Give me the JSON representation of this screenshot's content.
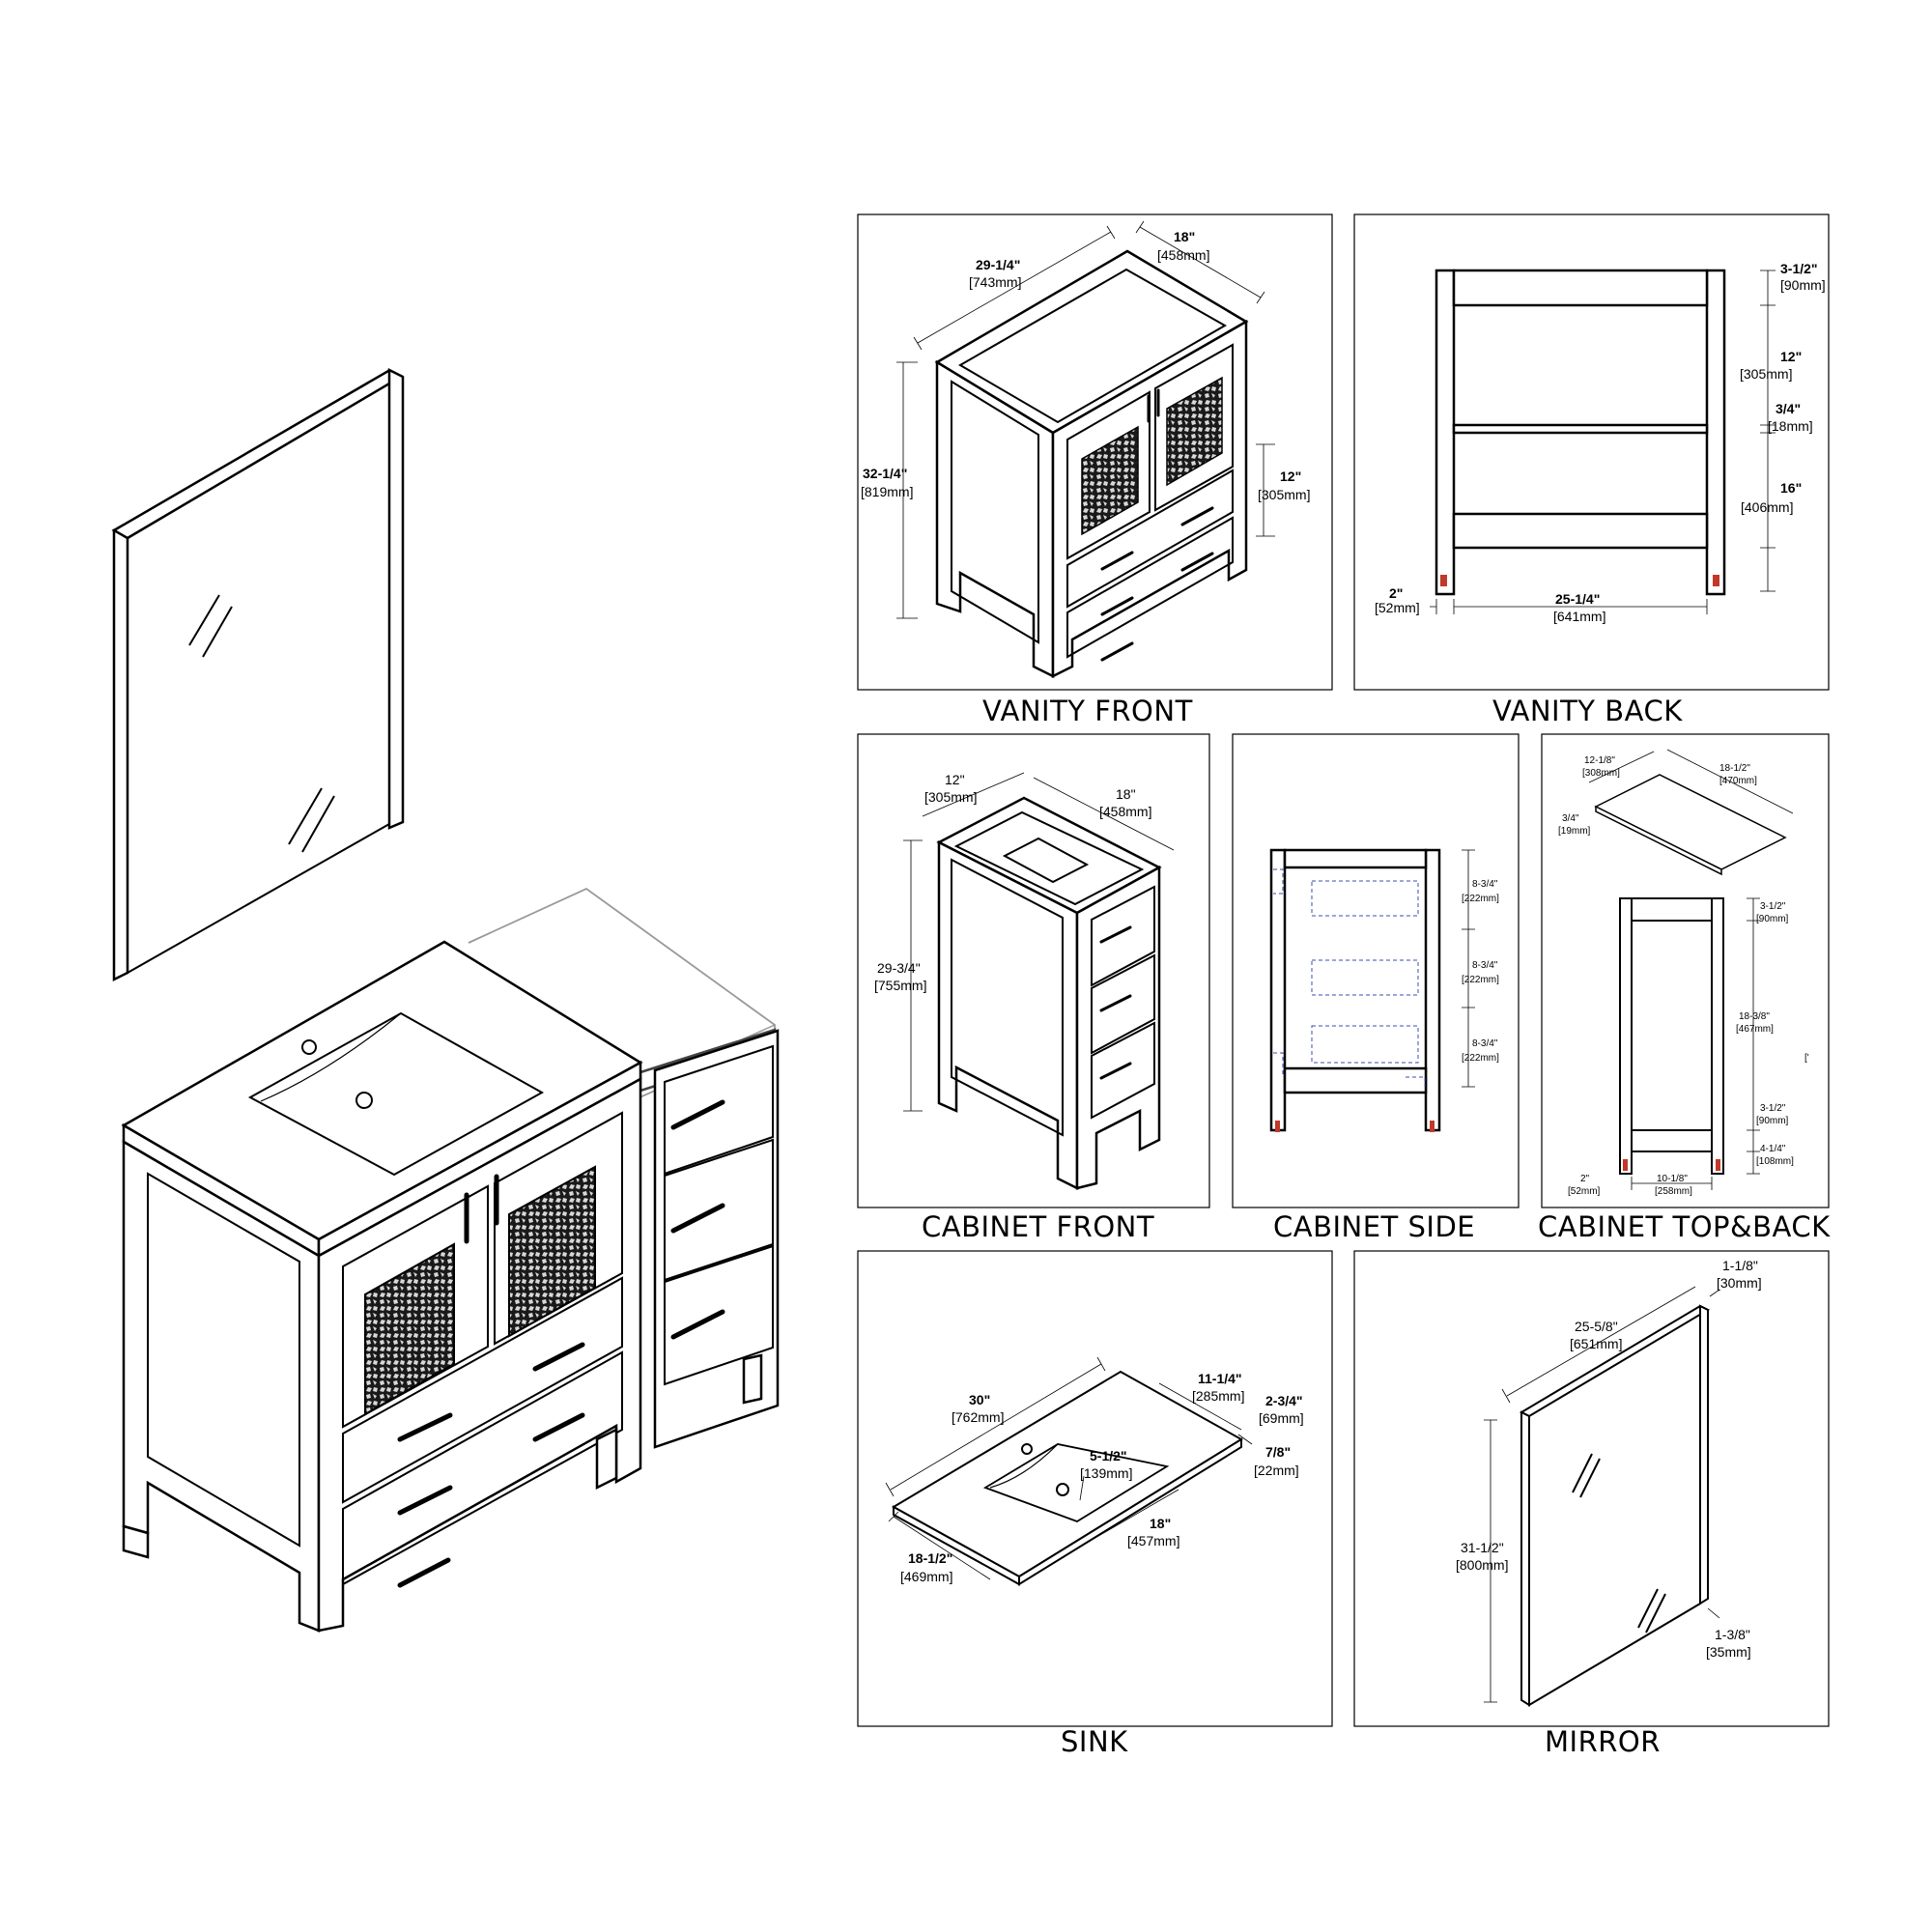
{
  "panels": {
    "vanity_front": {
      "label": "VANITY FRONT",
      "dims": {
        "width_in": "29-1/4\"",
        "width_mm": "[743mm]",
        "depth_in": "18\"",
        "depth_mm": "[458mm]",
        "height_in": "32-1/4\"",
        "height_mm": "[819mm]",
        "drawer_in": "12\"",
        "drawer_mm": "[305mm]"
      }
    },
    "vanity_back": {
      "label": "VANITY BACK",
      "dims": {
        "top_in": "3-1/2\"",
        "top_mm": "[90mm]",
        "gap_in": "12\"",
        "gap_mm": "[305mm]",
        "shelf_in": "3/4\"",
        "shelf_mm": "[18mm]",
        "lower_in": "16\"",
        "lower_mm": "[406mm]",
        "leg_in": "2\"",
        "leg_mm": "[52mm]",
        "width_in": "25-1/4\"",
        "width_mm": "[641mm]"
      }
    },
    "cabinet_front": {
      "label": "CABINET FRONT",
      "dims": {
        "width_in": "12\"",
        "width_mm": "[305mm]",
        "depth_in": "18\"",
        "depth_mm": "[458mm]",
        "height_in": "29-3/4\"",
        "height_mm": "[755mm]"
      }
    },
    "cabinet_side": {
      "label": "CABINET SIDE",
      "dims": {
        "d1_in": "8-3/4\"",
        "d1_mm": "[222mm]",
        "d2_in": "8-3/4\"",
        "d2_mm": "[222mm]",
        "d3_in": "8-3/4\"",
        "d3_mm": "[222mm]"
      }
    },
    "cabinet_topback": {
      "label": "CABINET TOP&BACK",
      "dims": {
        "top_w_in": "12-1/8\"",
        "top_w_mm": "[308mm]",
        "top_d_in": "18-1/2\"",
        "top_d_mm": "[470mm]",
        "top_t_in": "3/4\"",
        "top_t_mm": "[19mm]",
        "b1_in": "3-1/2\"",
        "b1_mm": "[90mm]",
        "b2_in": "18-3/8\"",
        "b2_mm": "[467mm]",
        "b3_in": "3-1/2\"",
        "b3_mm": "[90mm]",
        "b4_in": "4-1/4\"",
        "b4_mm": "[108mm]",
        "leg_in": "2\"",
        "leg_mm": "[52mm]",
        "width_in": "10-1/8\"",
        "width_mm": "[258mm]",
        "stray": "['"
      }
    },
    "sink": {
      "label": "SINK",
      "dims": {
        "width_in": "30\"",
        "width_mm": "[762mm]",
        "back_in": "11-1/4\"",
        "back_mm": "[285mm]",
        "edge_in": "2-3/4\"",
        "edge_mm": "[69mm]",
        "thick_in": "7/8\"",
        "thick_mm": "[22mm]",
        "bowl_depth_in": "5-1/2\"",
        "bowl_depth_mm": "[139mm]",
        "bowl_w_in": "18\"",
        "bowl_w_mm": "[457mm]",
        "depth_in": "18-1/2\"",
        "depth_mm": "[469mm]"
      }
    },
    "mirror": {
      "label": "MIRROR",
      "dims": {
        "depth_in": "1-1/8\"",
        "depth_mm": "[30mm]",
        "width_in": "25-5/8\"",
        "width_mm": "[651mm]",
        "height_in": "31-1/2\"",
        "height_mm": "[800mm]",
        "frame_in": "1-3/8\"",
        "frame_mm": "[35mm]"
      }
    }
  }
}
